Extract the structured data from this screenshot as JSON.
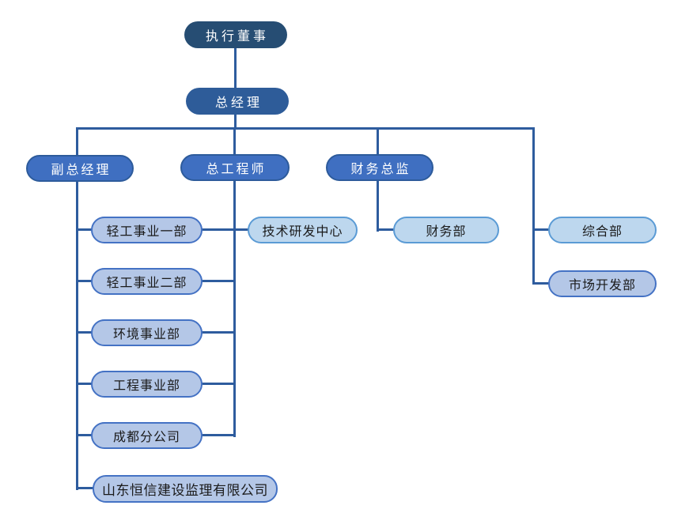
{
  "nodes": {
    "executive_director": "执行董事",
    "general_manager": "总经理",
    "deputy_general_manager": "副总经理",
    "chief_engineer": "总工程师",
    "finance_director": "财务总监",
    "light_industry_div_1": "轻工事业一部",
    "light_industry_div_2": "轻工事业二部",
    "environment_div": "环境事业部",
    "engineering_div": "工程事业部",
    "chengdu_branch": "成都分公司",
    "shandong_hengxin_supervision": "山东恒信建设监理有限公司",
    "tech_rd_center": "技术研发中心",
    "finance_dept": "财务部",
    "general_affairs_dept": "综合部",
    "market_dev_dept": "市场开发部"
  },
  "structure": {
    "executive_director": [
      "general_manager"
    ],
    "general_manager": [
      "deputy_general_manager",
      "chief_engineer",
      "finance_director",
      "general_affairs_dept",
      "market_dev_dept"
    ],
    "deputy_general_manager": [
      "light_industry_div_1",
      "light_industry_div_2",
      "environment_div",
      "engineering_div",
      "chengdu_branch",
      "shandong_hengxin_supervision"
    ],
    "chief_engineer": [
      "tech_rd_center",
      "light_industry_div_1",
      "light_industry_div_2",
      "environment_div",
      "engineering_div",
      "chengdu_branch"
    ],
    "finance_director": [
      "finance_dept"
    ]
  },
  "colors": {
    "level1_fill": "#264d73",
    "level2_fill": "#2e5c99",
    "level3_fill": "#3f6fc1",
    "level3_border": "#2d5b9b",
    "child_lavender_fill": "#b4c7e7",
    "child_lavender_border": "#4472c4",
    "child_sky_fill": "#bdd7ee",
    "child_sky_border": "#5b9bd5",
    "connector_line": "#2e5c9e",
    "text_light": "#ffffff",
    "text_dark": "#1a1a1a",
    "background": "#ffffff"
  }
}
